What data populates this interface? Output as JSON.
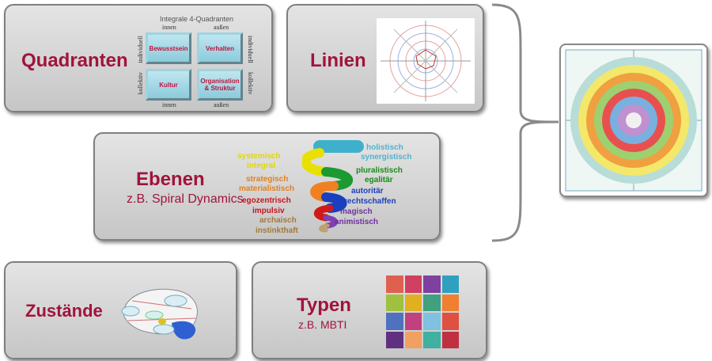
{
  "quadranten": {
    "title": "Quadranten",
    "diagram_title": "Integrale 4-Quadranten",
    "innen": "innen",
    "aussen": "außen",
    "individuell": "individuell",
    "kollektiv": "kollektiv",
    "cells": [
      "Bewusstsein",
      "Verhalten",
      "Kultur",
      "Organisation & Struktur"
    ]
  },
  "linien": {
    "title": "Linien"
  },
  "ebenen": {
    "title": "Ebenen",
    "subtitle": "z.B. Spiral Dynamics",
    "levels": [
      {
        "text": "holistisch",
        "color": "#4fb3cf"
      },
      {
        "text": "synergistisch",
        "color": "#4fb3cf"
      },
      {
        "text": "systemisch",
        "color": "#e8e000"
      },
      {
        "text": "integral",
        "color": "#e8e000"
      },
      {
        "text": "pluralistisch",
        "color": "#1a8a1a"
      },
      {
        "text": "egalitär",
        "color": "#1a8a1a"
      },
      {
        "text": "strategisch",
        "color": "#e08020"
      },
      {
        "text": "materialistisch",
        "color": "#e08020"
      },
      {
        "text": "autoritär",
        "color": "#1a3fbf"
      },
      {
        "text": "rechtschaffen",
        "color": "#1a3fbf"
      },
      {
        "text": "egozentrisch",
        "color": "#c8141e"
      },
      {
        "text": "impulsiv",
        "color": "#c8141e"
      },
      {
        "text": "magisch",
        "color": "#7030a0"
      },
      {
        "text": "animistisch",
        "color": "#7030a0"
      },
      {
        "text": "archaisch",
        "color": "#a07a3a"
      },
      {
        "text": "instinkthaft",
        "color": "#a07a3a"
      }
    ]
  },
  "zustaende": {
    "title": "Zustände"
  },
  "typen": {
    "title": "Typen",
    "subtitle": "z.B. MBTI"
  },
  "colors": {
    "title": "#a0143c"
  }
}
